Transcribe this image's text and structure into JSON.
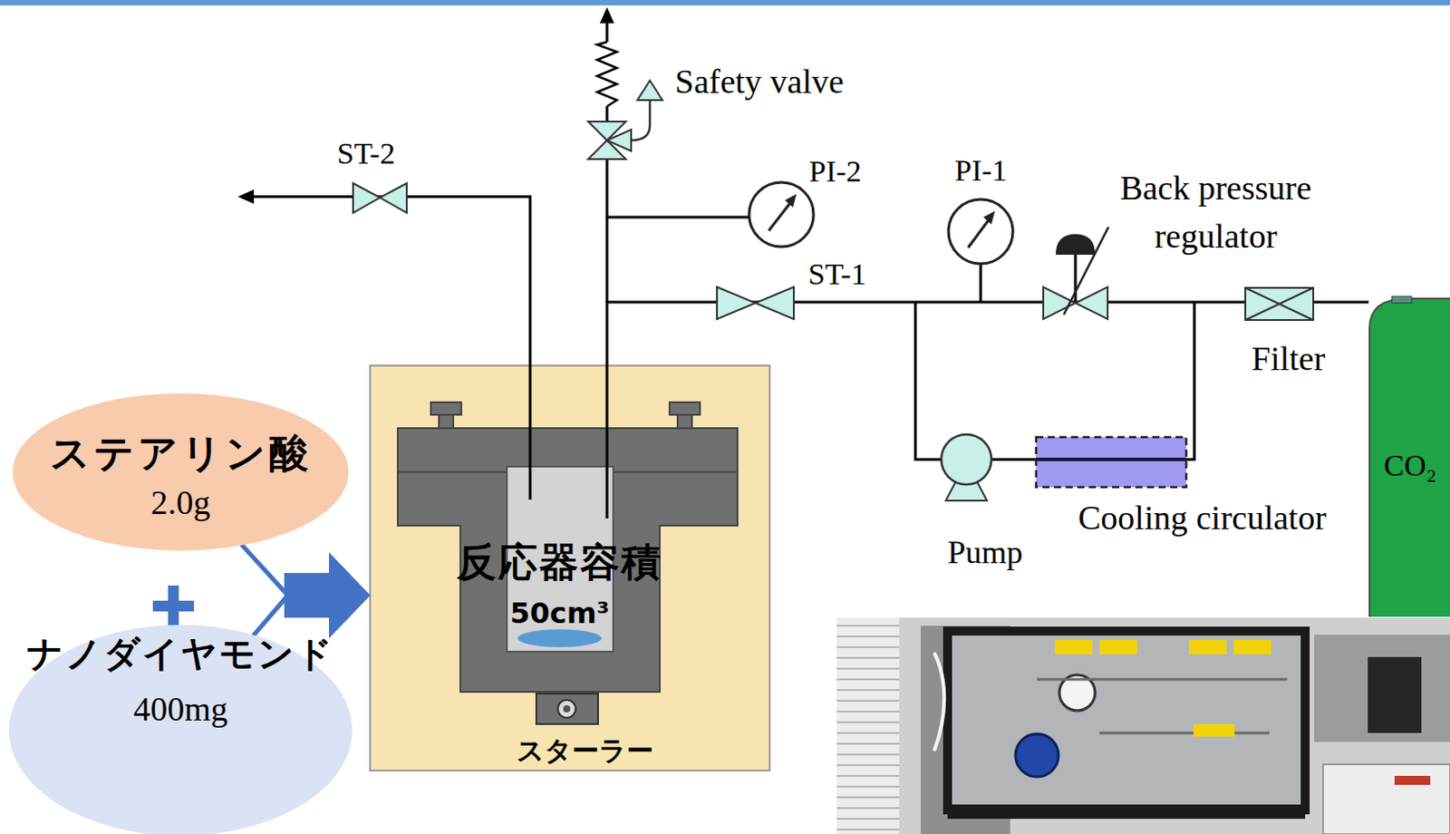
{
  "diagram": {
    "nodes": [
      {
        "text": [
          "ステアリン酸",
          "2.0g"
        ]
      },
      {
        "text": [
          "ナノダイヤモンド",
          "400mg"
        ]
      },
      {
        "text": [
          "スターラー"
        ]
      },
      {
        "text": [
          "反応器容積",
          "50cm³"
        ],
        "in": 2
      },
      {
        "text": [
          "CO₂"
        ]
      }
    ],
    "edges": [
      {
        "from": 0,
        "to": 2,
        "arrow": "to"
      },
      {
        "from": 1,
        "to": 2,
        "arrow": "to"
      },
      {
        "from": 4,
        "to": 3,
        "arrow": "none"
      }
    ],
    "labels": [
      "ST-2",
      "Safety valve",
      "PI-2",
      "PI-1",
      "Back pressure regulator",
      "ST-1",
      "Filter",
      "Pump",
      "Cooling circulator"
    ]
  }
}
